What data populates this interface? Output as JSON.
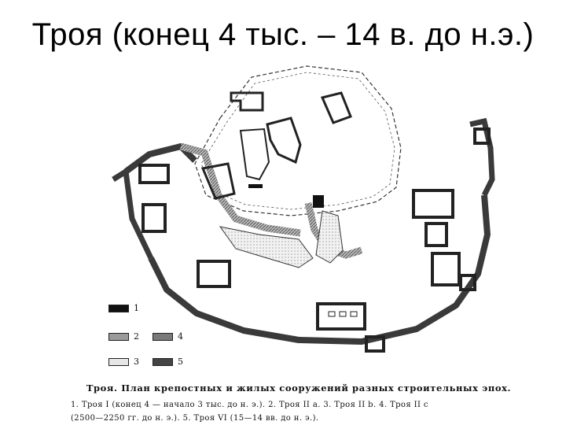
{
  "slide": {
    "title": "Троя (конец 4 тыс. – 14 в. до н.э.)"
  },
  "legend": {
    "items": [
      {
        "num": "1",
        "fill": "#111111"
      },
      {
        "num": "2",
        "fill": "#9a9a9a"
      },
      {
        "num": "3",
        "fill": "#e6e6e6"
      },
      {
        "num": "4",
        "fill": "#7a7a7a"
      },
      {
        "num": "5",
        "fill": "#444444"
      }
    ]
  },
  "caption": {
    "line1": "Троя. План крепостных и жилых сооружений разных строительных эпох.",
    "line2": "1. Троя I (конец 4 — начало 3 тыс. до н. э.). 2. Троя II а. 3. Троя II b. 4. Троя II с",
    "line3": "(2500—2250 гг. до н. э.). 5. Троя VI (15—14 вв. до н. э.)."
  }
}
